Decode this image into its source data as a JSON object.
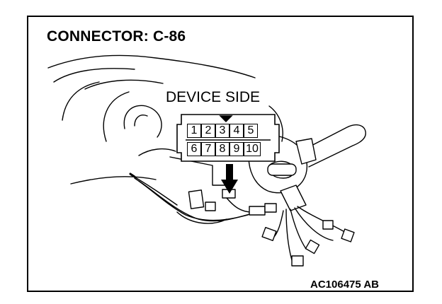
{
  "title": "CONNECTOR: C-86",
  "device_side_label": "DEVICE SIDE",
  "figure_id": "AC106475 AB",
  "connector": {
    "top_row": [
      "1",
      "2",
      "3",
      "4",
      "5"
    ],
    "bottom_row": [
      "6",
      "7",
      "8",
      "9",
      "10"
    ]
  }
}
